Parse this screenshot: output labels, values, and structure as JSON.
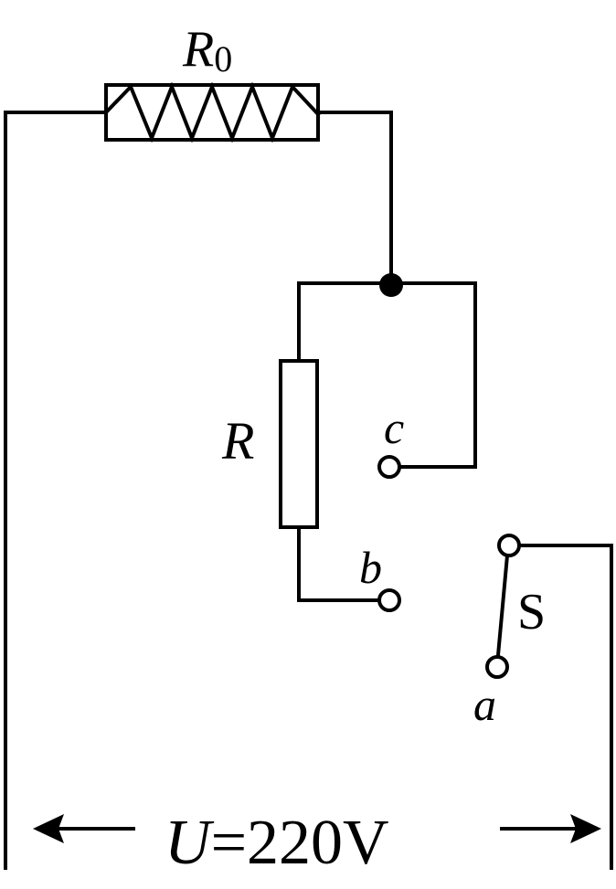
{
  "diagram": {
    "components": {
      "heater": {
        "symbol": "R",
        "subscript": "0"
      },
      "resistor": {
        "symbol": "R"
      },
      "switch": {
        "symbol": "S"
      }
    },
    "terminals": {
      "a": "a",
      "b": "b",
      "c": "c"
    },
    "supply": {
      "symbol": "U",
      "value": "=220V"
    }
  }
}
